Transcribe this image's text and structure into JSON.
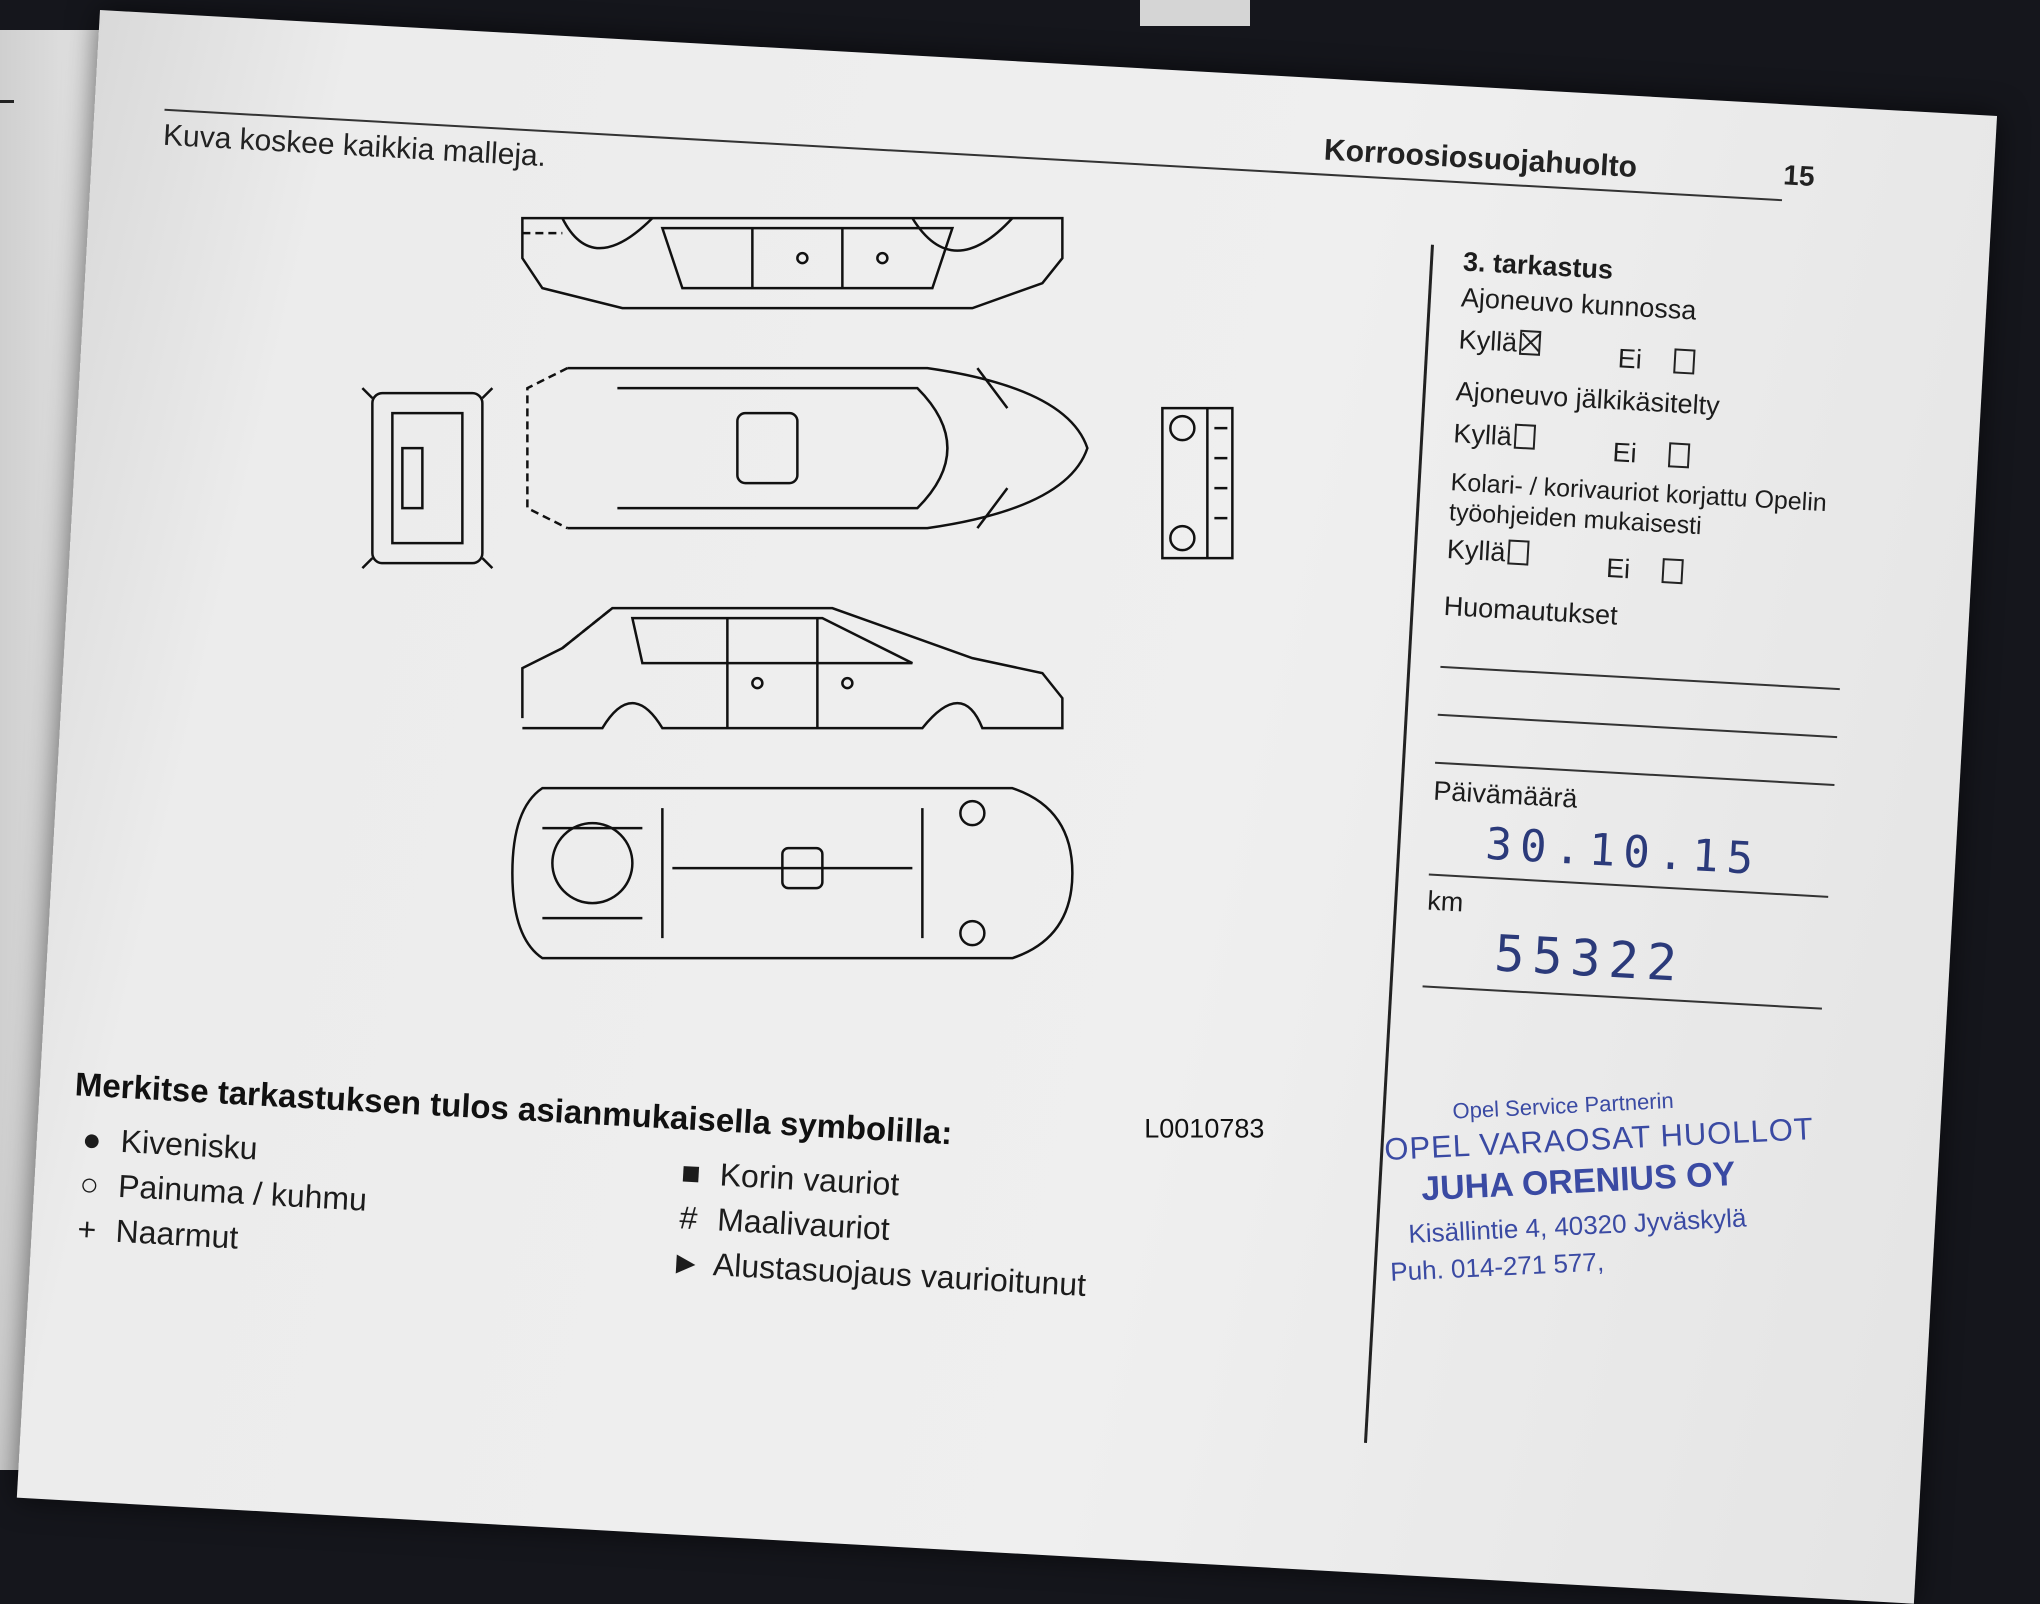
{
  "page": {
    "caption": "Kuva koskee kaikkia malleja.",
    "section_title": "Korroosiosuojahuolto",
    "page_number": "15",
    "figure_code": "L0010783"
  },
  "form": {
    "inspection_title": "3. tarkastus",
    "q1": "Ajoneuvo kunnossa",
    "q2": "Ajoneuvo jälkikäsitelty",
    "q3_line1": "Kolari- / korivauriot korjattu Opelin",
    "q3_line2": "työohjeiden mukaisesti",
    "yes": "Kyllä",
    "no": "Ei",
    "remarks_label": "Huomautukset",
    "date_label": "Päivämäärä",
    "date_value": "30.10.15",
    "km_label": "km",
    "km_value": "55322"
  },
  "legend": {
    "heading": "Merkitse tarkastuksen tulos asianmukaisella symbolilla:",
    "items": [
      {
        "symbol": "●",
        "label": "Kivenisku"
      },
      {
        "symbol": "○",
        "label": "Painuma / kuhmu"
      },
      {
        "symbol": "+",
        "label": "Naarmut"
      },
      {
        "symbol": "■",
        "label": "Korin vauriot"
      },
      {
        "symbol": "#",
        "label": "Maalivauriot"
      },
      {
        "symbol": "►",
        "label": "Alustasuojaus vaurioitunut"
      }
    ]
  },
  "stamp": {
    "line1": "Opel Service Partnerin",
    "line2": "OPEL VARAOSAT HUOLLOT",
    "line3": "JUHA ORENIUS OY",
    "line4": "Kisällintie 4, 40320 Jyväskylä",
    "line5": "Puh. 014-271 577,"
  }
}
